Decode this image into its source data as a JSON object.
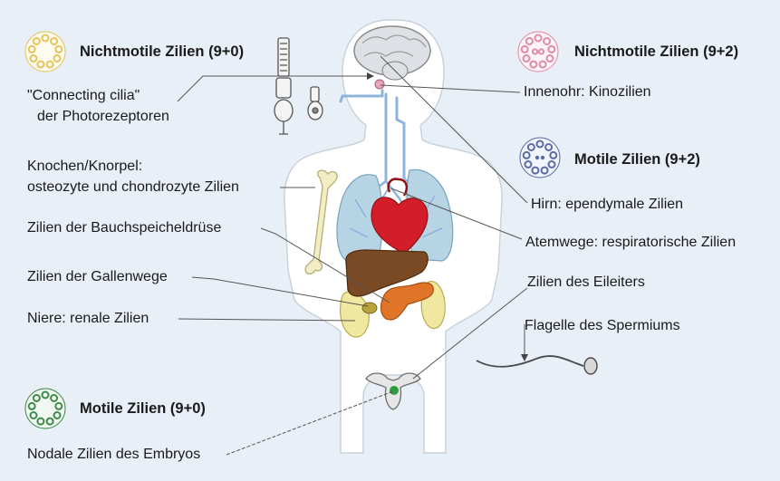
{
  "colors": {
    "background": "#e9eff7",
    "body_fill": "#ffffff",
    "body_outline": "#c9d2dc",
    "lung": "#b6d4e4",
    "heart": "#d31e2a",
    "liver": "#7a4a24",
    "pancreas": "#e07528",
    "kidney": "#f0e7a0",
    "bone": "#f3edc6",
    "vessel": "#8fb4dc",
    "brain": "#dde1e6",
    "leader_line": "#555555",
    "cilia_nonmotile_90": "#e5c45a",
    "cilia_nonmotile_92": "#e08aa8",
    "cilia_motile_92": "#5a6ba8",
    "cilia_motile_90": "#3e8a4a"
  },
  "legend": {
    "nonmotile_90": {
      "title": "Nichtmotile Zilien (9+0)",
      "icon": "cilia-cross-section-9-0-yellow"
    },
    "nonmotile_92": {
      "title": "Nichtmotile Zilien (9+2)",
      "icon": "cilia-cross-section-9-2-pink"
    },
    "motile_92": {
      "title": "Motile Zilien (9+2)",
      "icon": "cilia-cross-section-9-2-blue"
    },
    "motile_90": {
      "title": "Motile Zilien (9+0)",
      "icon": "cilia-cross-section-9-0-green"
    }
  },
  "labels": {
    "photoreceptor_line1": "\"Connecting cilia\"",
    "photoreceptor_line2": "der Photorezeptoren",
    "bone_line1": "Knochen/Knorpel:",
    "bone_line2": "osteozyte und chondrozyte Zilien",
    "pancreas": "Zilien der Bauchspeicheldrüse",
    "bile": "Zilien der Gallenwege",
    "kidney": "Niere: renale Zilien",
    "embryo": "Nodale Zilien des Embryos",
    "inner_ear": "Innenohr: Kinozilien",
    "brain": "Hirn: ependymale Zilien",
    "airways": "Atemwege: respiratorische Zilien",
    "oviduct": "Zilien des Eileiters",
    "sperm": "Flagelle des Spermiums"
  }
}
